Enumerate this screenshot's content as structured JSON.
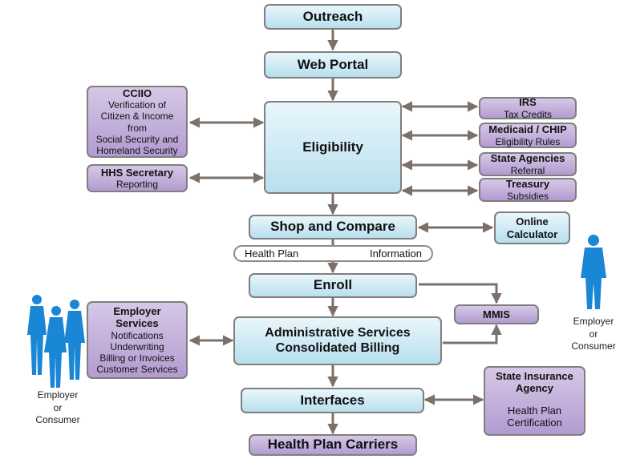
{
  "nodes": {
    "outreach": "Outreach",
    "web_portal": "Web Portal",
    "eligibility": "Eligibility",
    "shop_compare": "Shop and Compare",
    "online_calc": [
      "Online",
      "Calculator"
    ],
    "enroll": "Enroll",
    "mmis": "MMIS",
    "admin": [
      "Administrative Services",
      "Consolidated Billing"
    ],
    "interfaces": "Interfaces",
    "carriers": "Health Plan Carriers"
  },
  "side_boxes": {
    "cciio": {
      "title": "CCIIO",
      "lines": [
        "Verification of",
        "Citizen & Income",
        "from",
        "Social Security and",
        "Homeland Security"
      ]
    },
    "hhs": {
      "title": "HHS Secretary",
      "lines": [
        "Reporting"
      ]
    },
    "irs": {
      "title": "IRS",
      "lines": [
        "Tax Credits"
      ]
    },
    "medicaid": {
      "title": "Medicaid / CHIP",
      "lines": [
        "Eligibility Rules"
      ]
    },
    "state_agencies": {
      "title": "State Agencies",
      "lines": [
        "Referral"
      ]
    },
    "treasury": {
      "title": "Treasury",
      "lines": [
        "Subsidies"
      ]
    },
    "employer_services": {
      "title": [
        "Employer",
        "Services"
      ],
      "lines": [
        "Notifications",
        "Underwriting",
        "Billing or Invoices",
        "Customer Services"
      ]
    },
    "state_insurance": {
      "title": [
        "State Insurance",
        "Agency"
      ],
      "lines": [
        "Health Plan",
        "Certification"
      ]
    }
  },
  "info_bar": {
    "left": "Health Plan",
    "right": "Information"
  },
  "people": {
    "left_caption": [
      "Employer",
      "or",
      "Consumer"
    ],
    "right_caption": [
      "Employer",
      "or",
      "Consumer"
    ]
  },
  "colors": {
    "blue_box": "#c8e7f3",
    "purple_box": "#c3b0dc",
    "border": "#7f7f7f",
    "arrow": "#7b716a",
    "person": "#1a86d6"
  }
}
